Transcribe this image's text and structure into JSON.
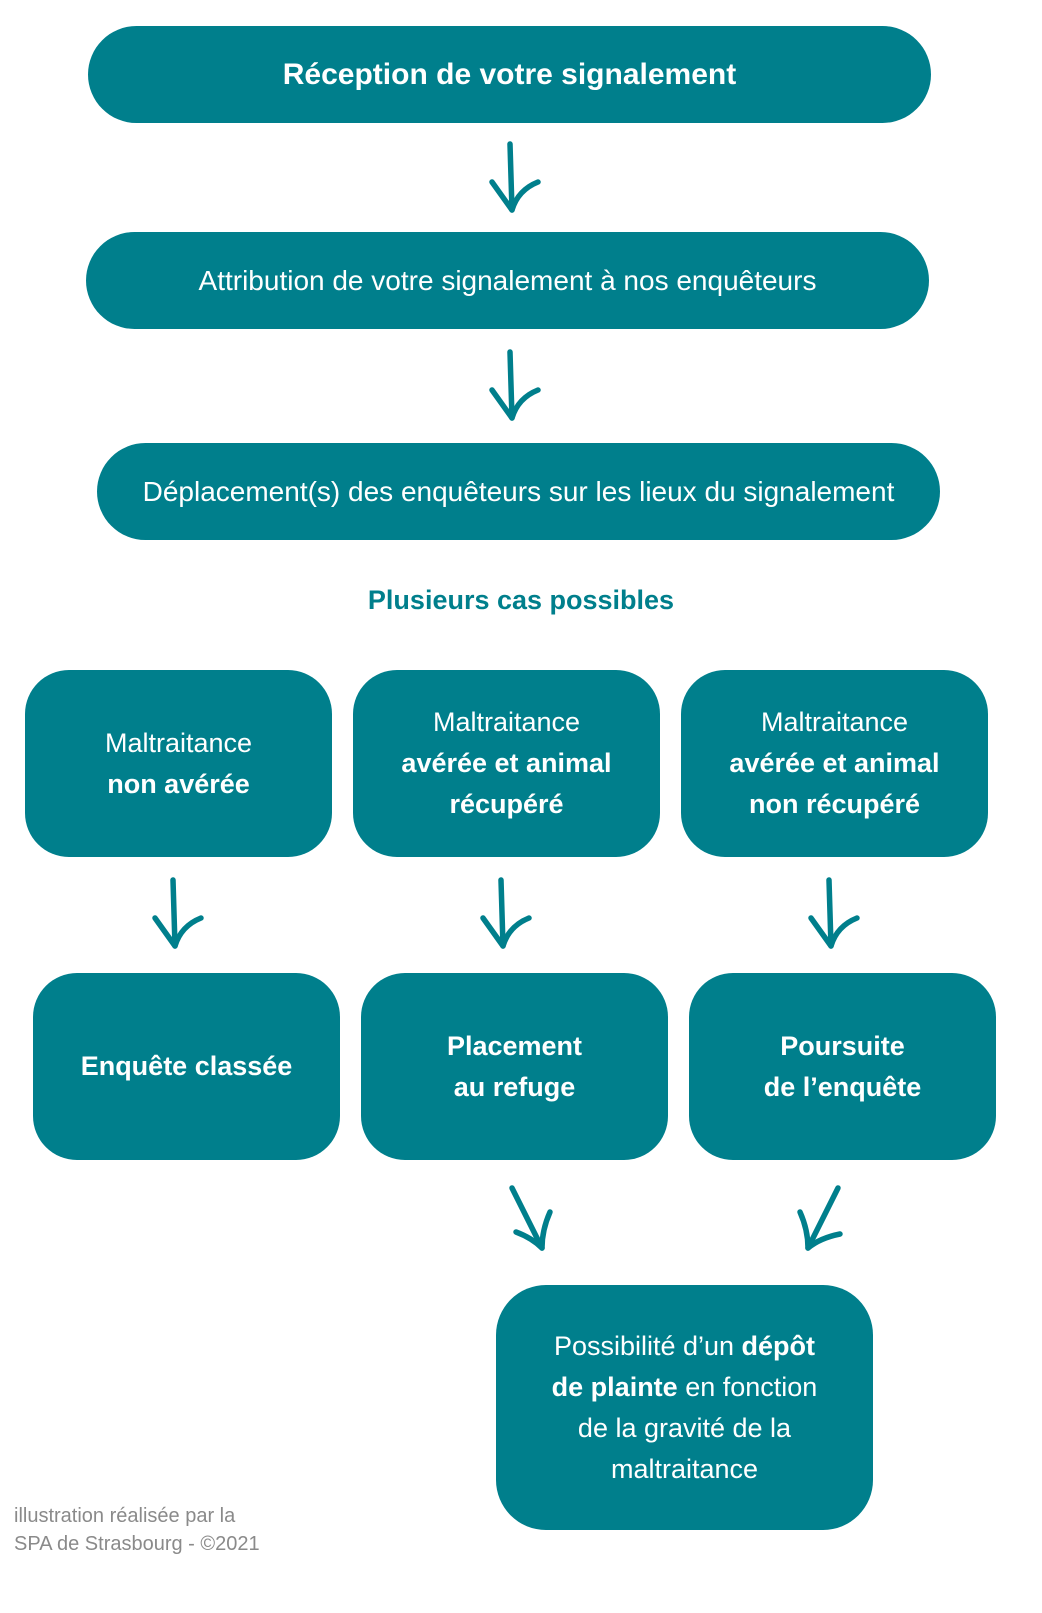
{
  "steps": {
    "reception": "Réception de votre signalement",
    "attribution": "Attribution de votre signalement à nos enquêteurs",
    "deplacement": "Déplacement(s) des enquêteurs sur les lieux du signalement"
  },
  "heading": "Plusieurs cas possibles",
  "cases": [
    {
      "line1": "Maltraitance",
      "line2": "non avérée",
      "line3": ""
    },
    {
      "line1": "Maltraitance",
      "line2": "avérée et animal",
      "line3": "récupéré"
    },
    {
      "line1": "Maltraitance",
      "line2": "avérée et animal",
      "line3": "non récupéré"
    }
  ],
  "outcomes": [
    {
      "line1": "Enquête classée",
      "line2": ""
    },
    {
      "line1": "Placement",
      "line2": "au refuge"
    },
    {
      "line1": "Poursuite",
      "line2": "de l’enquête"
    }
  ],
  "final": {
    "prefix": "Possibilité d’un ",
    "bold1": "dépôt",
    "bold2": "de plainte",
    "suffix": " en fonction",
    "line3": "de la gravité de la",
    "line4": "maltraitance"
  },
  "credit": {
    "line1": "illustration réalisée par la",
    "line2": "SPA de Strasbourg - ©2021"
  },
  "colors": {
    "primary": "#007f8c",
    "text_on_primary": "#ffffff",
    "credit": "#8a8a8a"
  },
  "icons": {
    "arrow": "hand-drawn-down-arrow-icon",
    "diagonal_arrow": "hand-drawn-diagonal-arrow-icon"
  }
}
